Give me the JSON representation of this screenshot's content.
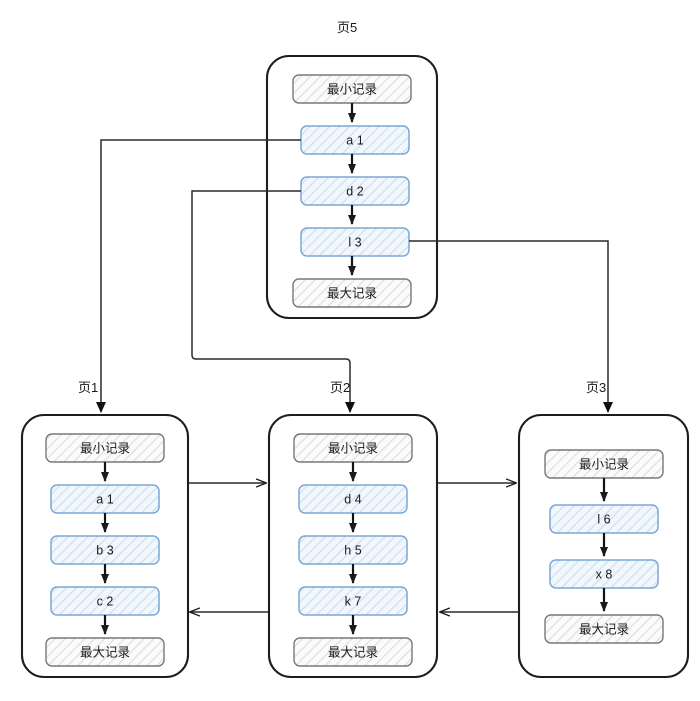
{
  "diagram": {
    "type": "linked-page-list-diagram",
    "title_top_page": "页5",
    "labels": {
      "min_record": "最小记录",
      "max_record": "最大记录"
    },
    "colors": {
      "node_blue_border": "#7ba7d7",
      "node_blue_fill": "#eaf2fb",
      "node_gray_border": "#787878",
      "node_gray_fill": "#f7f7f7",
      "container_border": "#1d1d1d",
      "connector": "#2a2a2a",
      "background": "#ffffff"
    },
    "pages": [
      {
        "id": "page5",
        "label": "页5",
        "position": "top-center",
        "nodes": [
          {
            "text": "最小记录",
            "kind": "gray"
          },
          {
            "text": "a 1",
            "kind": "blue"
          },
          {
            "text": "d 2",
            "kind": "blue"
          },
          {
            "text": "l 3",
            "kind": "blue"
          },
          {
            "text": "最大记录",
            "kind": "gray"
          }
        ]
      },
      {
        "id": "page1",
        "label": "页1",
        "position": "bottom-left",
        "nodes": [
          {
            "text": "最小记录",
            "kind": "gray"
          },
          {
            "text": "a 1",
            "kind": "blue"
          },
          {
            "text": "b 3",
            "kind": "blue"
          },
          {
            "text": "c 2",
            "kind": "blue"
          },
          {
            "text": "最大记录",
            "kind": "gray"
          }
        ]
      },
      {
        "id": "page2",
        "label": "页2",
        "position": "bottom-center",
        "nodes": [
          {
            "text": "最小记录",
            "kind": "gray"
          },
          {
            "text": "d 4",
            "kind": "blue"
          },
          {
            "text": "h 5",
            "kind": "blue"
          },
          {
            "text": "k 7",
            "kind": "blue"
          },
          {
            "text": "最大记录",
            "kind": "gray"
          }
        ]
      },
      {
        "id": "page3",
        "label": "页3",
        "position": "bottom-right",
        "nodes": [
          {
            "text": "最小记录",
            "kind": "gray"
          },
          {
            "text": "l 6",
            "kind": "blue"
          },
          {
            "text": "x 8",
            "kind": "blue"
          },
          {
            "text": "最大记录",
            "kind": "gray"
          }
        ]
      }
    ],
    "connections": [
      {
        "from": "page5.a 1",
        "to": "page1",
        "direction": "down",
        "arrow": true
      },
      {
        "from": "page5.d 2",
        "to": "page2",
        "direction": "down",
        "arrow": true
      },
      {
        "from": "page5.l 3",
        "to": "page3",
        "direction": "down",
        "arrow": true
      },
      {
        "from": "page1",
        "to": "page2",
        "direction": "right",
        "arrow": true
      },
      {
        "from": "page2",
        "to": "page1",
        "direction": "left",
        "arrow": true
      },
      {
        "from": "page2",
        "to": "page3",
        "direction": "right",
        "arrow": true
      },
      {
        "from": "page3",
        "to": "page2",
        "direction": "left",
        "arrow": true
      }
    ]
  }
}
